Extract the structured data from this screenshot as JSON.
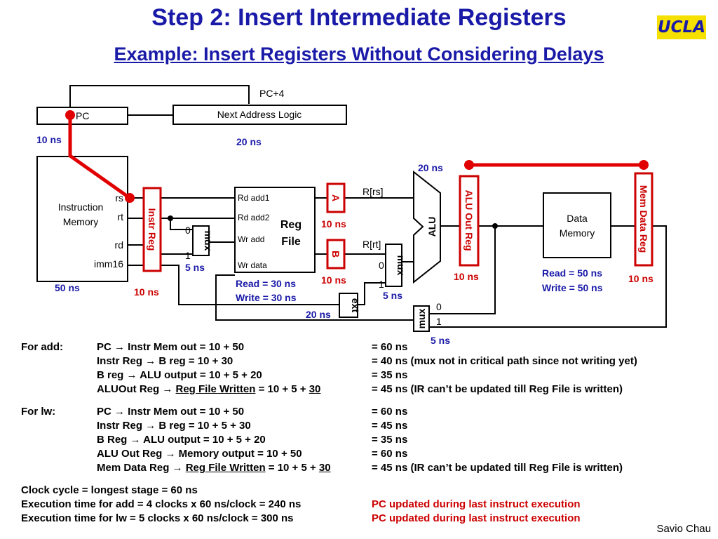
{
  "header": {
    "title": "Step 2: Insert Intermediate Registers",
    "subtitle": "Example: Insert Registers Without Considering Delays",
    "logo_text": "UCLA"
  },
  "colors": {
    "title": "#1a1aa8",
    "delay": "#1a1aa8",
    "register": "#cc0000",
    "logo_bg": "#f5e000"
  },
  "diagram": {
    "pc_label": "PC",
    "pc_plus4": "PC+4",
    "next_addr": "Next Address Logic",
    "instr_mem": [
      "Instruction",
      "Memory"
    ],
    "instr_fields": [
      "rs",
      "rt",
      "rd",
      "imm16"
    ],
    "instr_reg": "Instr Reg",
    "mux": "mux",
    "mux_in0": "0",
    "mux_in1": "1",
    "reg_ports": [
      "Rd add1",
      "Rd add2",
      "Wr add",
      "Wr data"
    ],
    "reg_file": [
      "Reg",
      "File"
    ],
    "reg_a": "A",
    "reg_b": "B",
    "ext": "ext",
    "rrs": "R[rs]",
    "rrt": "R[rt]",
    "alu": "ALU",
    "alu_out_reg": "ALU Out Reg",
    "data_mem": [
      "Data",
      "Memory"
    ],
    "mem_data_reg": "Mem Data Reg",
    "delays": {
      "pc": "10 ns",
      "next_addr": "20 ns",
      "alu": "20 ns",
      "imem": "50 ns",
      "ir": "10 ns",
      "mux1": "5 ns",
      "rf_read": "Read = 30 ns",
      "rf_write": "Write = 30 ns",
      "a": "10 ns",
      "b": "10 ns",
      "mux2": "5 ns",
      "ext": "20 ns",
      "mux3": "5 ns",
      "aluout": "10 ns",
      "dm_read": "Read = 50 ns",
      "dm_write": "Write = 50 ns",
      "mdr": "10 ns"
    }
  },
  "notes": {
    "add_label": "For add:",
    "add": [
      {
        "expr": [
          "PC ",
          "→",
          " Instr Mem out = 10 + 50"
        ],
        "res": "= 60 ns"
      },
      {
        "expr": [
          "Instr Reg ",
          "→",
          " B reg = 10 + 30"
        ],
        "res": "= 40 ns (mux not in critical path since not writing yet)"
      },
      {
        "expr": [
          "B reg ",
          "→",
          " ALU output = 10 + 5 + 20"
        ],
        "res": "= 35 ns"
      },
      {
        "expr": [
          "ALUOut Reg ",
          "→",
          " "
        ],
        "underlined": "Reg File Written",
        "tail": " = 10 + 5 + ",
        "tail_u": "30",
        "res": "= 45 ns  (IR can’t be updated till Reg File is written)"
      }
    ],
    "lw_label": "For lw:",
    "lw": [
      {
        "expr": [
          "PC ",
          "→",
          " Instr Mem out = 10 + 50"
        ],
        "res": "= 60 ns"
      },
      {
        "expr": [
          "Instr Reg ",
          "→",
          " B reg = 10 + 5 + 30"
        ],
        "res": "= 45 ns"
      },
      {
        "expr": [
          "B Reg ",
          "→",
          " ALU output = 10 + 5 + 20"
        ],
        "res": "= 35 ns"
      },
      {
        "expr": [
          "ALU Out Reg ",
          "→",
          " Memory output = 10 + 50"
        ],
        "res": "= 60 ns"
      },
      {
        "expr": [
          "Mem Data Reg ",
          "→",
          " "
        ],
        "underlined": "Reg File Written",
        "tail": " = 10 + 5 + ",
        "tail_u": "30",
        "res": "= 45 ns (IR can’t be updated till Reg File is written)"
      }
    ],
    "clock": "Clock cycle = longest stage =  60 ns",
    "exec_add": "Execution time for add  =  4 clocks x 60 ns/clock = 240 ns",
    "exec_lw": "Execution time for lw    =  5 clocks x 60 ns/clock = 300 ns",
    "pc_note_1": "PC updated during last instruct execution",
    "pc_note_2": "PC updated during last instruct execution"
  },
  "author": "Savio Chau"
}
